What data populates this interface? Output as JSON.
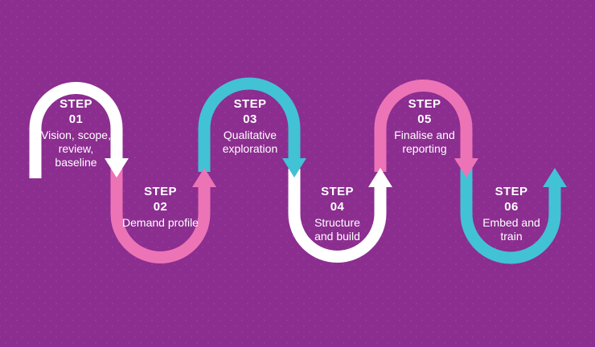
{
  "colors": {
    "background": "#8C2D90",
    "white": "#FFFFFF",
    "pink": "#EC74B6",
    "teal": "#42C2D5"
  },
  "steps": [
    {
      "label": "STEP",
      "number": "01",
      "description": "Vision, scope,\nreview,\nbaseline",
      "color": "#FFFFFF",
      "shape": "arch-down"
    },
    {
      "label": "STEP",
      "number": "02",
      "description": "Demand profile",
      "color": "#EC74B6",
      "shape": "u-up"
    },
    {
      "label": "STEP",
      "number": "03",
      "description": "Qualitative\nexploration",
      "color": "#42C2D5",
      "shape": "arch-down"
    },
    {
      "label": "STEP",
      "number": "04",
      "description": "Structure\nand build",
      "color": "#FFFFFF",
      "shape": "u-up"
    },
    {
      "label": "STEP",
      "number": "05",
      "description": "Finalise and\nreporting",
      "color": "#EC74B6",
      "shape": "arch-down"
    },
    {
      "label": "STEP",
      "number": "06",
      "description": "Embed and\ntrain",
      "color": "#42C2D5",
      "shape": "u-up"
    }
  ]
}
